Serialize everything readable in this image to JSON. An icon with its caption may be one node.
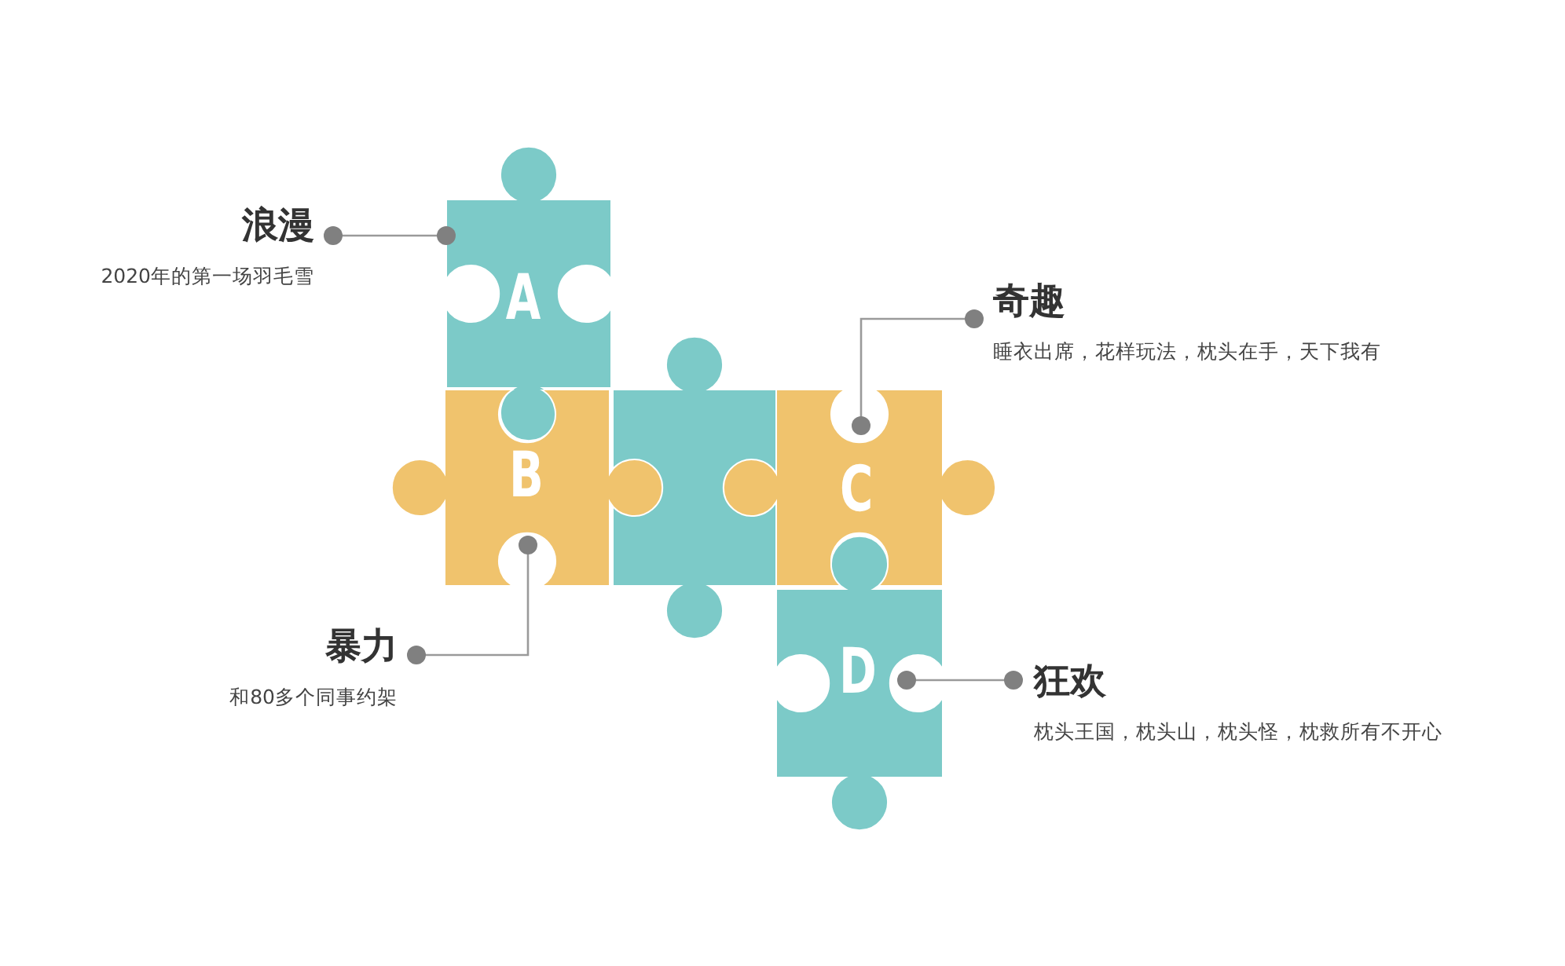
{
  "diagram": {
    "nodes": [
      {
        "text": [
          "浪漫",
          "2020年的第一场羽毛雪"
        ]
      },
      {
        "text": [
          "A"
        ]
      },
      {
        "text": [
          "奇趣",
          "睡衣出席，花样玩法，枕头在手，天下我有"
        ]
      },
      {
        "text": [
          "B"
        ]
      },
      {
        "text": [],
        "shape": "puzzle"
      },
      {
        "text": [
          "C"
        ]
      },
      {
        "text": [
          "暴力",
          "和80多个同事约架"
        ]
      },
      {
        "text": [
          "D"
        ]
      },
      {
        "text": [
          "狂欢",
          "枕头王国，枕头山，枕头怪，枕救所有不开心"
        ]
      }
    ],
    "edges": [
      {
        "from": 0,
        "to": 1,
        "arrow": "other"
      },
      {
        "from": 2,
        "to": 5,
        "arrow": "other"
      },
      {
        "from": 6,
        "to": 3,
        "arrow": "other"
      },
      {
        "from": 8,
        "to": 7,
        "arrow": "other"
      }
    ]
  }
}
